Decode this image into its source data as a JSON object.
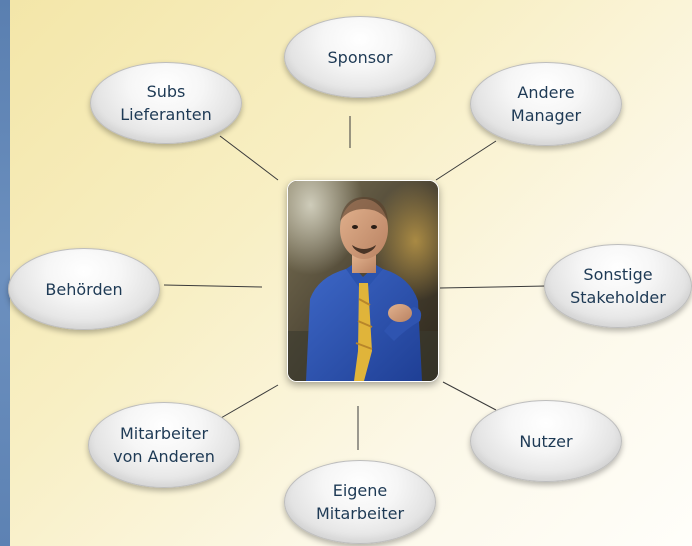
{
  "diagram": {
    "center": {
      "image": "person-photo"
    },
    "stakeholders": [
      {
        "id": "sponsor",
        "label": "Sponsor"
      },
      {
        "id": "subs",
        "label": "Subs\nLieferanten"
      },
      {
        "id": "andere",
        "label": "Andere\nManager"
      },
      {
        "id": "behoerden",
        "label": "Behörden"
      },
      {
        "id": "sonstige",
        "label": "Sonstige\nStakeholder"
      },
      {
        "id": "mitarbeiter_anderen",
        "label": "Mitarbeiter\nvon Anderen"
      },
      {
        "id": "nutzer",
        "label": "Nutzer"
      },
      {
        "id": "eigene",
        "label": "Eigene\nMitarbeiter"
      }
    ]
  },
  "colors": {
    "background": "#f8efc4",
    "side_bar": "#6c90bf",
    "label_text": "#1e3a55",
    "bubble_fill": "#f2f2f2",
    "connector": "#3a3a3a"
  }
}
